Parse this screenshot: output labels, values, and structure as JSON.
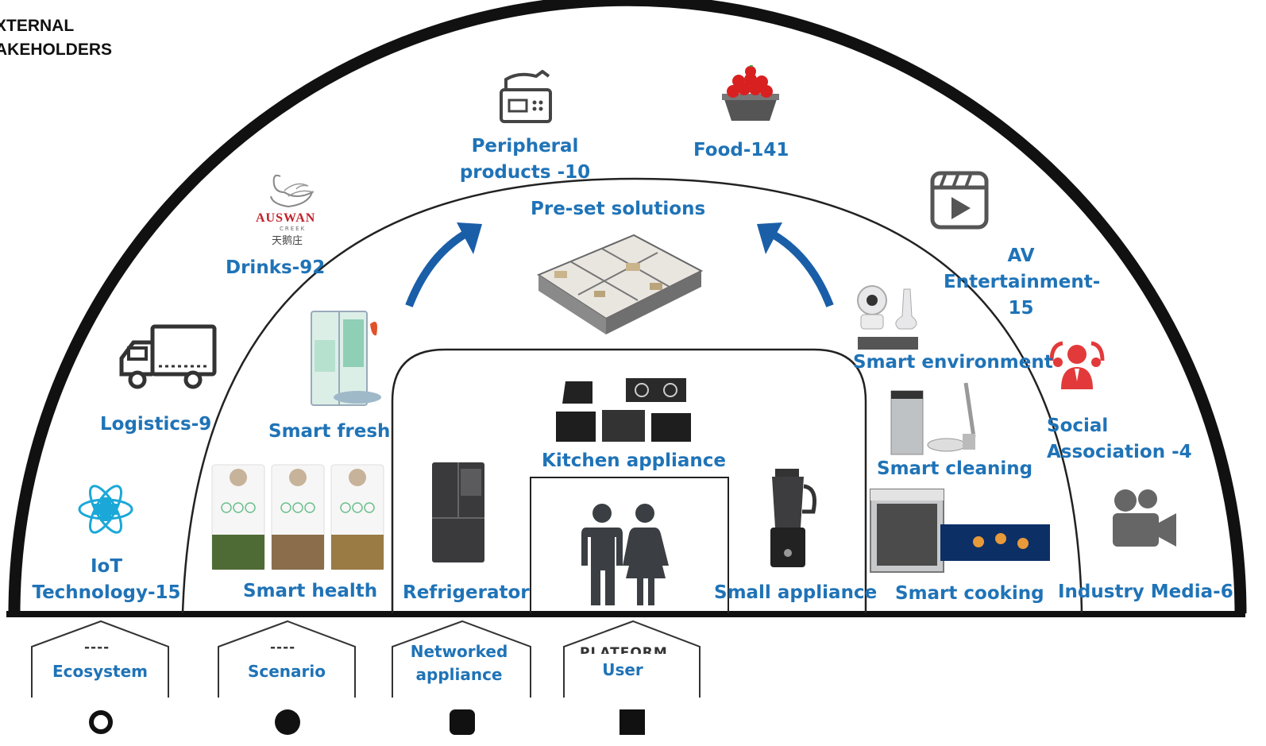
{
  "corner_title": [
    "XTERNAL",
    "AKEHOLDERS"
  ],
  "outer_ring": {
    "peripheral": "Peripheral products -10",
    "food": "Food-141",
    "drinks": "Drinks-92",
    "av": "AV Entertainment-15",
    "logistics": "Logistics-9",
    "social": "Social Association -4",
    "iot": "IoT Technology-15",
    "media": "Industry Media-6"
  },
  "middle_ring": {
    "preset": "Pre-set solutions",
    "smart_fresh": "Smart fresh",
    "smart_environment": "Smart environment",
    "smart_cleaning": "Smart cleaning",
    "smart_health": "Smart health",
    "smart_cooking": "Smart cooking"
  },
  "inner": {
    "kitchen": "Kitchen appliance",
    "refrigerator": "Refrigerator",
    "small": "Small appliance"
  },
  "brand": {
    "name": "AUSWAN",
    "sub": "CREEK",
    "cn": "天鹅庄"
  },
  "houses": [
    {
      "label": "Ecosystem",
      "top": "----"
    },
    {
      "label": "Scenario",
      "top": "----"
    },
    {
      "label": "Networked appliance",
      "top": ""
    },
    {
      "label": "User",
      "top": "PLATFORM"
    }
  ],
  "colors": {
    "label": "#1f73b7",
    "arrow": "#1a5ea8",
    "line": "#111111"
  }
}
